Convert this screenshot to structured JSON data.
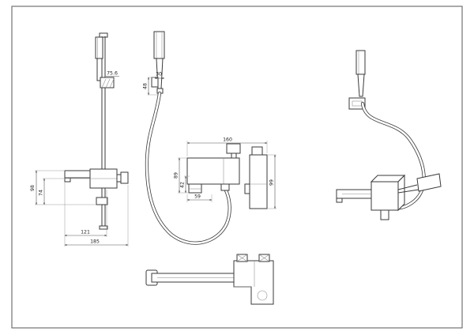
{
  "canvas": {
    "background": "#ffffff",
    "line_color": "#3a3a3a",
    "dim_color": "#555555"
  },
  "dims": {
    "side": {
      "bracket_width": "75.6",
      "height_a": "98",
      "height_b": "74",
      "spout_reach": "121",
      "overall_length": "185"
    },
    "front": {
      "handle_width": "30",
      "holder_height": "48",
      "overall_width": "160",
      "body_height": "89",
      "lower_height": "42",
      "spout_width": "59",
      "side_height": "99"
    }
  }
}
